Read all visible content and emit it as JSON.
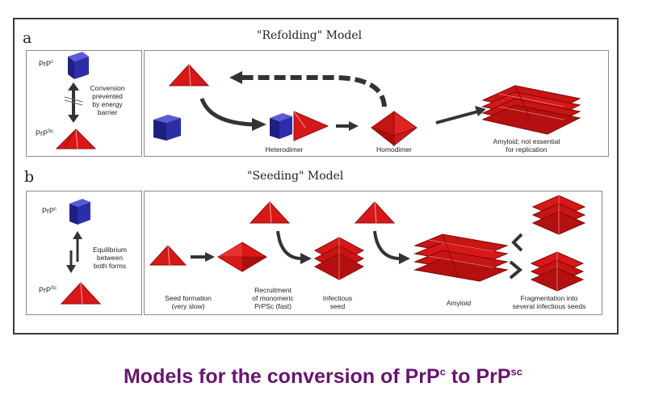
{
  "panel_a": {
    "letter": "a",
    "title": "\"Refolding\" Model",
    "prpc_label": "PrP",
    "prpc_sup": "c",
    "prpsc_label": "PrP",
    "prpsc_sup": "Sc",
    "barrier_text": [
      "Conversion",
      "prevented",
      "by energy",
      "barrier"
    ],
    "heterodimer_label": "Heterodimer",
    "homodimer_label": "Homodimer",
    "amyloid_label": [
      "Amyloid; not essential",
      "for replication"
    ]
  },
  "panel_b": {
    "letter": "b",
    "title": "\"Seeding\" Model",
    "prpc_label": "PrP",
    "prpc_sup": "c",
    "prpsc_label": "PrP",
    "prpsc_sup": "Sc",
    "equilibrium_text": [
      "Equilibrium",
      "between",
      "both forms"
    ],
    "seed_formation_label": [
      "Seed formation",
      "(very slow)"
    ],
    "recruitment_label": [
      "Recruitment",
      "of monomeric",
      "PrPSc (fast)"
    ],
    "infectious_seed_label": [
      "Infectious",
      "seed"
    ],
    "amyloid_label": "Amyloid",
    "fragmentation_label": [
      "Fragmentation into",
      "several infectious seeds"
    ]
  },
  "caption": {
    "prefix": "Models for the conversion of PrP",
    "sup1": "c",
    "middle": " to PrP",
    "sup2": "sc"
  },
  "colors": {
    "prion_red": "#d81818",
    "prion_dark": "#8e0c0c",
    "prp_blue": "#2c2ea8",
    "caption_purple": "#66166e"
  }
}
